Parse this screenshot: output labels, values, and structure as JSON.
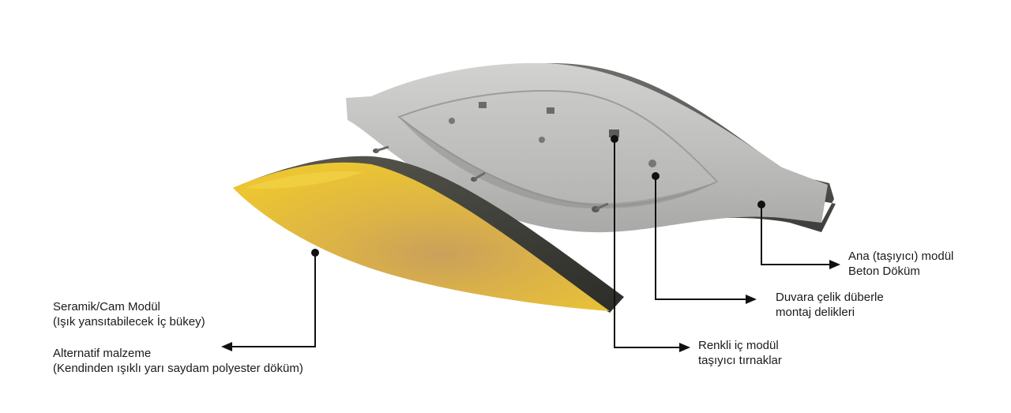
{
  "colors": {
    "concrete": "#bdbdbb",
    "concrete_dark": "#5c5c5a",
    "module_yellow": "#e2b63c",
    "module_edge": "#3a3a36",
    "leader_line": "#111111"
  },
  "callouts": {
    "main_module": {
      "line1": "Ana (taşıyıcı) modül",
      "line2": "Beton  Döküm"
    },
    "mounting_holes": {
      "line1": "Duvara çelik düberle",
      "line2": "montaj delikleri"
    },
    "inner_module_tabs": {
      "line1": "Renkli iç modül",
      "line2": "taşıyıcı tırnaklar"
    },
    "ceramic_module": {
      "line1": "Seramik/Cam Modül",
      "line2": "(Işık yansıtabilecek İç bükey)"
    },
    "alternative_material": {
      "line1": "Alternatif malzeme",
      "line2": "(Kendinden ışıklı yarı saydam polyester döküm)"
    }
  }
}
